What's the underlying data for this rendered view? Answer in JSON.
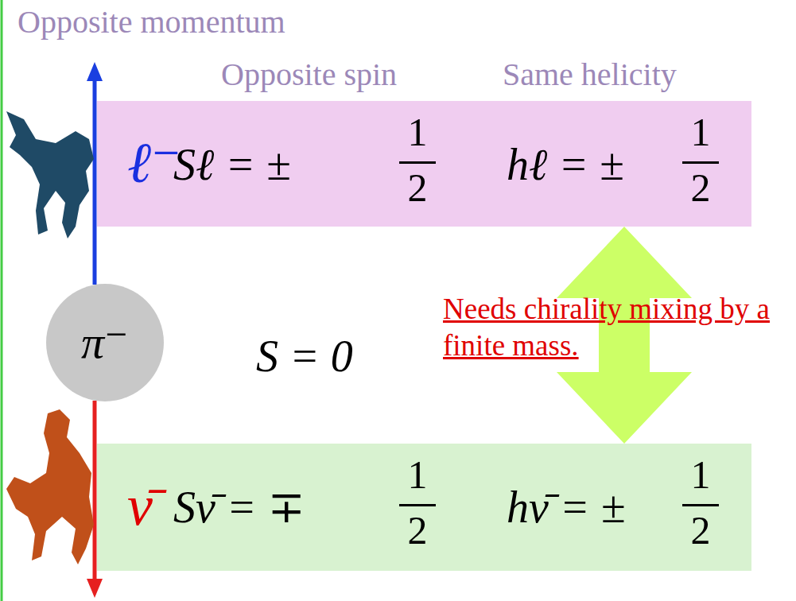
{
  "diagram": {
    "nodes": [
      {
        "text": [
          "ℓ⁻",
          "Sℓ = ±",
          "1",
          "2",
          "hℓ = ±",
          "1",
          "2"
        ]
      },
      {
        "text": [
          "π⁻"
        ]
      },
      {
        "text": [
          "ν̄",
          "Sν̄ = ∓",
          "1",
          "2",
          "hν̄ = ±",
          "1",
          "2"
        ]
      }
    ],
    "edges": [
      {
        "from": 0,
        "to": 2,
        "arrow": "both"
      }
    ],
    "labels": [
      "Opposite momentum",
      "Opposite spin",
      "Same helicity",
      "S = 0",
      "Needs chirality mixing by a finite mass."
    ]
  }
}
